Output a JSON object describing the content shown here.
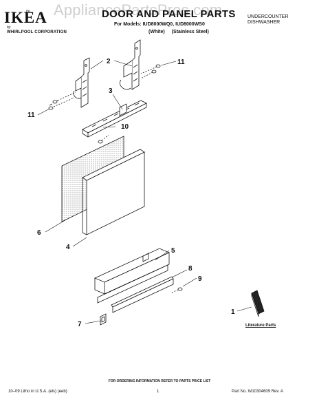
{
  "watermark": "AppliancePartsPros.com",
  "brand": {
    "logo": "IKEA",
    "for_text": "for",
    "by_text": "by",
    "corporation": "WHIRLPOOL CORPORATION"
  },
  "header": {
    "title": "DOOR AND PANEL PARTS",
    "models": "For Models: IUD8000WQ0, IUD8000WS0",
    "variant_white": "(White)",
    "variant_steel": "(Stainless Steel)",
    "product_line1": "UNDERCOUNTER",
    "product_line2": "DISHWASHER"
  },
  "callouts": {
    "c1": "1",
    "c2": "2",
    "c3": "3",
    "c4": "4",
    "c5": "5",
    "c6": "6",
    "c7": "7",
    "c8": "8",
    "c9": "9",
    "c10": "10",
    "c11_left": "11",
    "c11_right": "11"
  },
  "literature_label": "Literature Parts",
  "footer": {
    "order_note": "FOR ORDERING INFORMATION REFER TO PARTS PRICE LIST",
    "left": "10–09 Litho in U.S.A. (els) (eeb)",
    "page": "1",
    "right": "Part No. W10304609 Rev. A"
  },
  "colors": {
    "line": "#111111",
    "watermark": "#cfcfcf"
  }
}
